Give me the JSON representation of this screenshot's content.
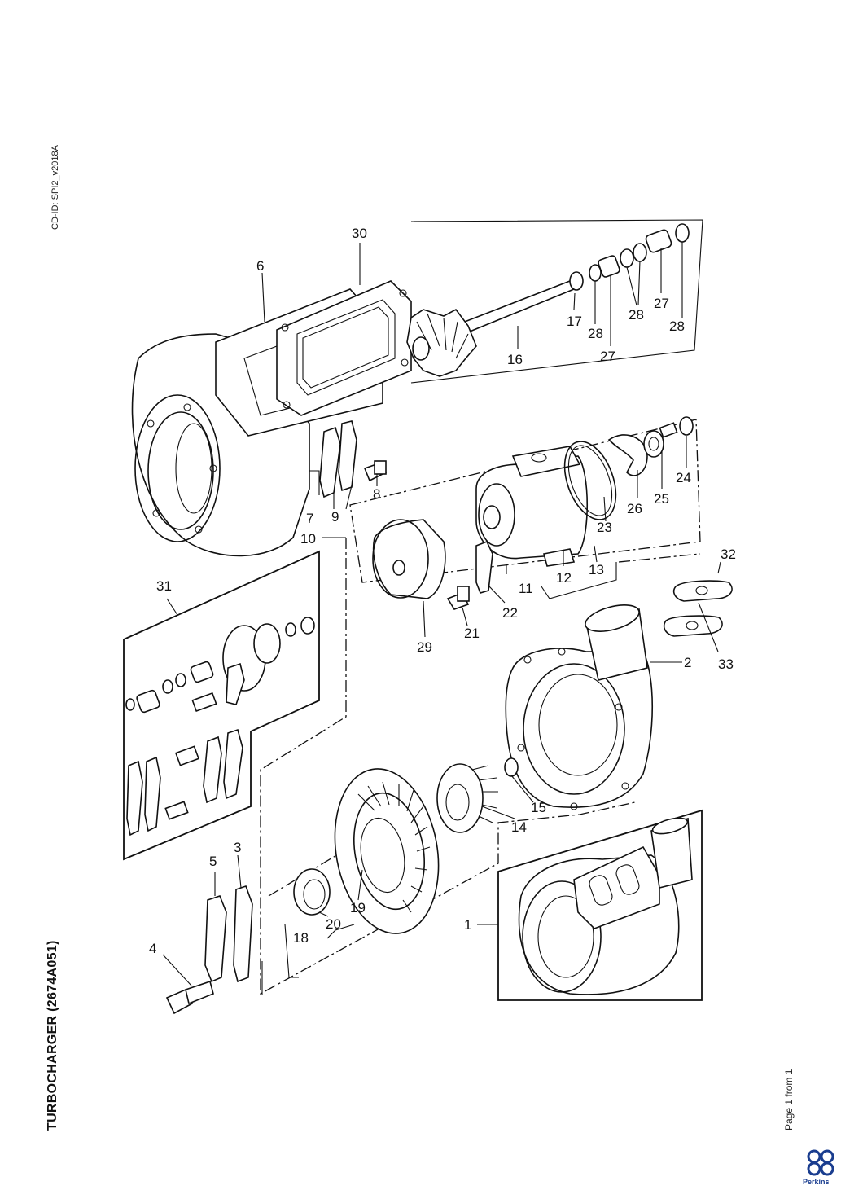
{
  "header": {
    "cd_id": "CD-ID: SPI2_v2018A"
  },
  "title": "TURBOCHARGER (2674A051)",
  "footer": {
    "page_info": "Page 1 from 1",
    "brand": "Perkins"
  },
  "callouts": {
    "c1": "1",
    "c2": "2",
    "c3": "3",
    "c4": "4",
    "c5": "5",
    "c6": "6",
    "c7": "7",
    "c8": "8",
    "c9": "9",
    "c10": "10",
    "c11": "11",
    "c12": "12",
    "c13": "13",
    "c14": "14",
    "c15": "15",
    "c16": "16",
    "c17": "17",
    "c18": "18",
    "c19": "19",
    "c20": "20",
    "c21": "21",
    "c22": "22",
    "c23": "23",
    "c24": "24",
    "c25": "25",
    "c26": "26",
    "c27a": "27",
    "c27b": "27",
    "c28a": "28",
    "c28b": "28",
    "c28c": "28",
    "c29": "29",
    "c30": "30",
    "c31": "31",
    "c32": "32",
    "c33": "33"
  },
  "colors": {
    "brand": "#1a3d8f",
    "line": "#111111"
  }
}
